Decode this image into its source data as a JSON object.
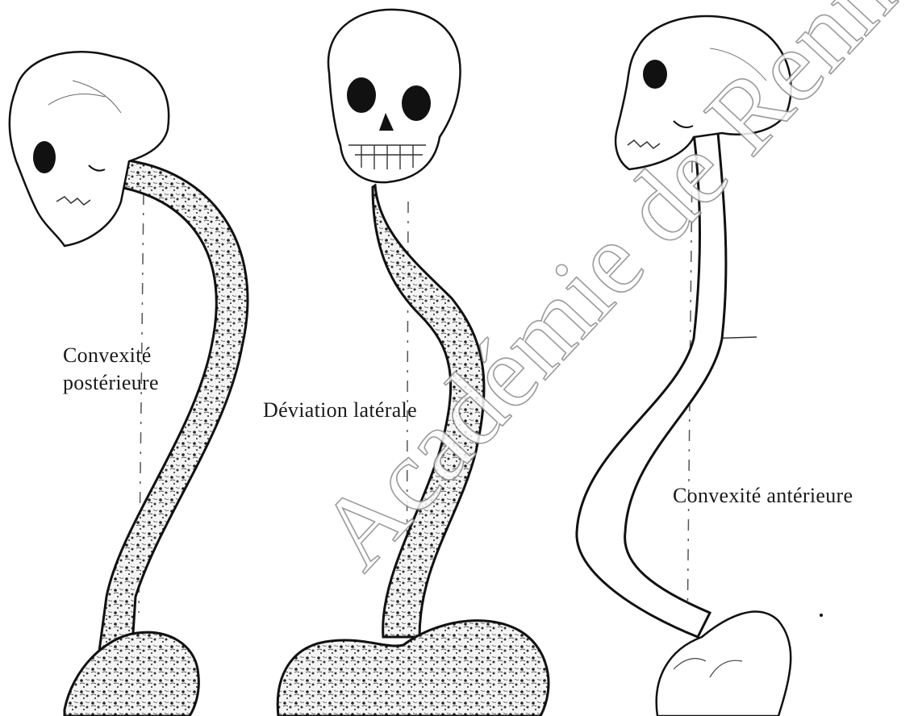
{
  "figures": [
    {
      "id": "kyphosis",
      "label_lines": [
        "Convexité",
        "postérieure"
      ]
    },
    {
      "id": "scoliosis",
      "label": "Déviation latérale"
    },
    {
      "id": "lordosis",
      "label": "Convexité antérieure"
    }
  ],
  "watermark": "Académie de Rennes",
  "colors": {
    "ink": "#111111",
    "bone_fill": "#ffffff",
    "texture": "#2a2a2a",
    "watermark_stroke": "#8a8a8a"
  }
}
